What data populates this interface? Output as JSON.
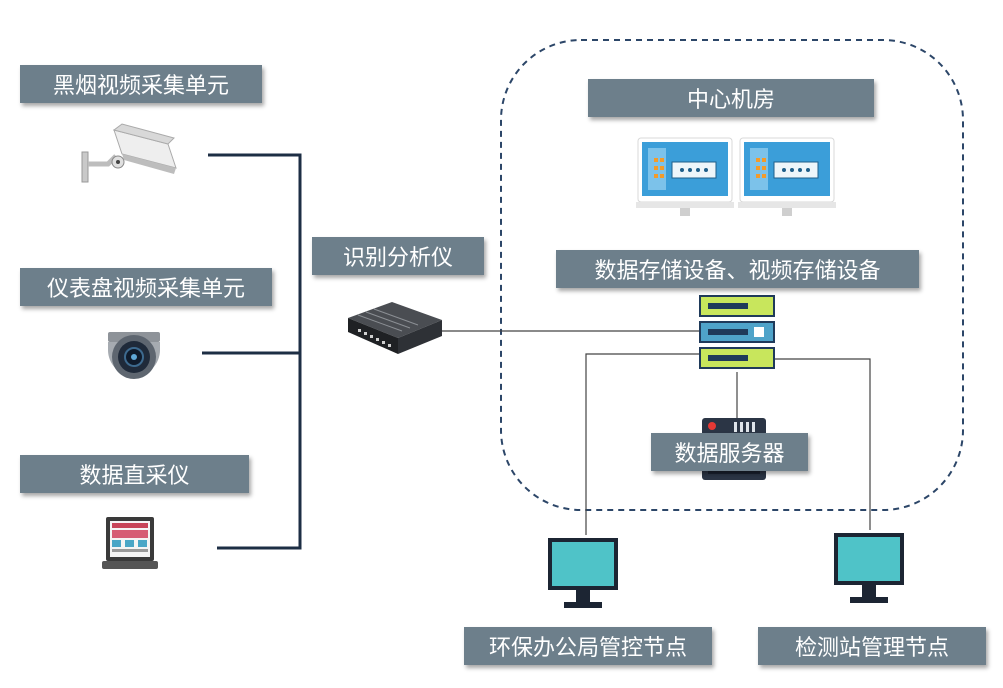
{
  "labels": {
    "smoke_camera": "黑烟视频采集单元",
    "dashboard_camera": "仪表盘视频采集单元",
    "direct_collector": "数据直采仪",
    "analyzer": "识别分析仪",
    "central_room": "中心机房",
    "storage": "数据存储设备、视频存储设备",
    "data_server": "数据服务器",
    "epb_node": "环保办公局管控节点",
    "station_node": "检测站管理节点"
  },
  "colors": {
    "label_bg": "#6d7f8b",
    "bus_line": "#1d2e44",
    "dashed_border": "#2c4668",
    "monitor_screen": "#4fc3c8",
    "storage_teal": "#4fa3c9",
    "storage_green": "#c8e65c"
  },
  "icons": {
    "smoke_camera": "cctv-camera-icon",
    "dashboard_camera": "dome-camera-icon",
    "direct_collector": "data-collector-icon",
    "analyzer": "analyzer-box-icon",
    "workstations": "monitor-dashboard-icon",
    "storage": "server-rack-icon",
    "data_server": "server-icon",
    "terminals": "monitor-icon"
  }
}
